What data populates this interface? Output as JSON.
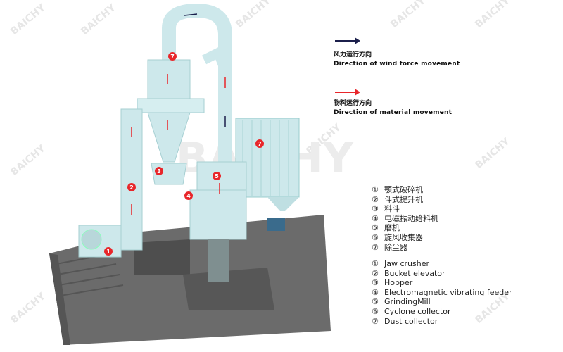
{
  "brand_watermark": "BAICHY",
  "legend": {
    "wind": {
      "label_zh": "风力运行方向",
      "label_en": "Direction of wind force movement",
      "color": "#1b1f4b"
    },
    "material": {
      "label_zh": "物料运行方向",
      "label_en": "Direction of material movement",
      "color": "#e8262a"
    }
  },
  "components_zh": [
    {
      "num": "①",
      "label": "颚式破碎机"
    },
    {
      "num": "②",
      "label": "斗式提升机"
    },
    {
      "num": "③",
      "label": "料斗"
    },
    {
      "num": "④",
      "label": "电磁振动给料机"
    },
    {
      "num": "⑤",
      "label": "磨机"
    },
    {
      "num": "⑥",
      "label": "旋风收集器"
    },
    {
      "num": "⑦",
      "label": "除尘器"
    }
  ],
  "components_en": [
    {
      "num": "①",
      "label": "Jaw crusher"
    },
    {
      "num": "②",
      "label": "Bucket elevator"
    },
    {
      "num": "③",
      "label": "Hopper"
    },
    {
      "num": "④",
      "label": "Electromagnetic vibrating feeder"
    },
    {
      "num": "⑤",
      "label": "GrindingMill"
    },
    {
      "num": "⑥",
      "label": "Cyclone collector"
    },
    {
      "num": "⑦",
      "label": "Dust collector"
    }
  ],
  "markers": [
    "1",
    "2",
    "3",
    "4",
    "5",
    "7",
    "7"
  ],
  "colors": {
    "machine": "#cde8eb",
    "base": "#6b6b6b",
    "marker": "#e8262a"
  }
}
